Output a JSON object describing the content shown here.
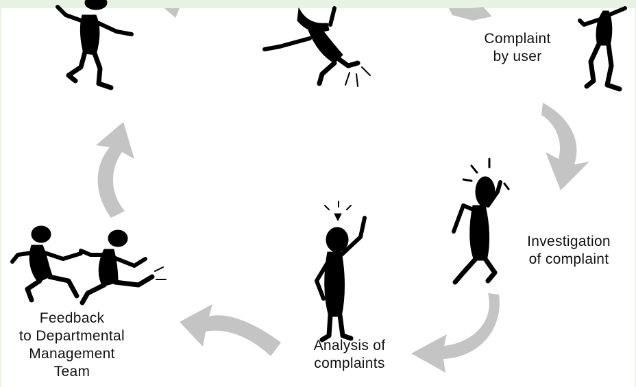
{
  "stages": [
    {
      "id": "complaint",
      "lines": [
        "Complaint",
        "by user"
      ]
    },
    {
      "id": "investigation",
      "lines": [
        "Investigation",
        "of complaint"
      ]
    },
    {
      "id": "analysis",
      "lines": [
        "Analysis of",
        "complaints"
      ]
    },
    {
      "id": "feedback",
      "lines": [
        "Feedback",
        "to Departmental",
        "Management",
        "Team"
      ]
    }
  ],
  "colors": {
    "arrow": "#c4c4c4",
    "figure": "#000000",
    "top_band": "#e8f2e2"
  }
}
